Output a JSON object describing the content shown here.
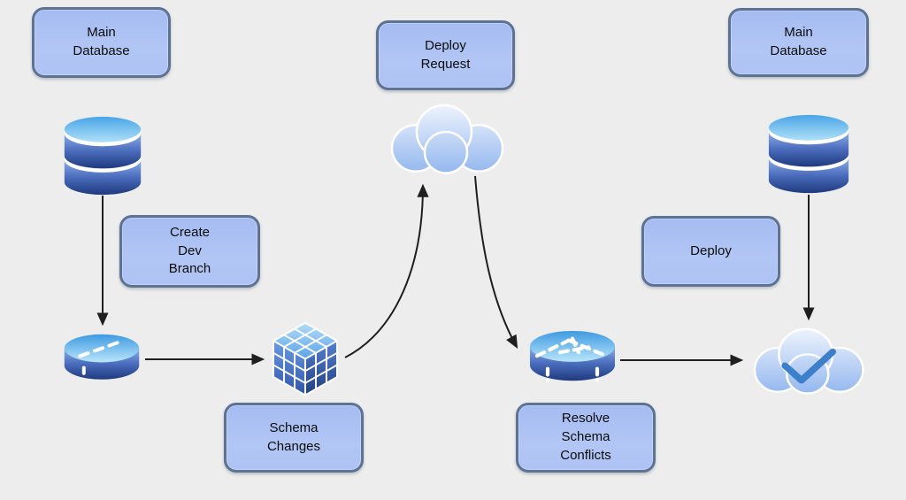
{
  "diagram": {
    "background_color": "#ededed",
    "nodes": {
      "main_db_left": {
        "label": "Main\nDatabase"
      },
      "db_left": {
        "icon": "database-icon"
      },
      "create_dev_branch": {
        "label": "Create\nDev\nBranch"
      },
      "branch_db": {
        "icon": "branch-database-icon"
      },
      "schema_cube": {
        "icon": "schema-cube-icon"
      },
      "schema_changes": {
        "label": "Schema\nChanges"
      },
      "deploy_request": {
        "label": "Deploy\nRequest"
      },
      "deploy_cloud": {
        "icon": "cloud-icon"
      },
      "conflicts_db": {
        "icon": "conflicts-database-icon"
      },
      "resolve_schema_conflicts": {
        "label": "Resolve\nSchema\nConflicts"
      },
      "deploy": {
        "label": "Deploy"
      },
      "main_db_right": {
        "label": "Main\nDatabase"
      },
      "db_right": {
        "icon": "database-icon"
      },
      "success_cloud": {
        "icon": "cloud-check-icon"
      }
    },
    "edges": [
      {
        "from": "main-database-left",
        "to": "dev-branch-database",
        "style": "straight-down"
      },
      {
        "from": "dev-branch-database",
        "to": "schema-cube",
        "style": "straight-right"
      },
      {
        "from": "schema-cube",
        "to": "deploy-cloud",
        "style": "curved-up"
      },
      {
        "from": "deploy-cloud",
        "to": "conflicts-database",
        "style": "curved-down"
      },
      {
        "from": "conflicts-database",
        "to": "success-cloud",
        "style": "straight-right"
      },
      {
        "from": "main-database-right",
        "to": "success-cloud",
        "style": "straight-down"
      }
    ],
    "icons": {
      "database": "stacked-blue-cylinder",
      "branch_database": "flat-cylinder-dashed",
      "conflicts_database": "flat-cylinder-dashed-slices",
      "schema_cube": "blue-rubiks-cube",
      "deploy_cloud": "blue-cloud",
      "success_cloud": "blue-cloud-with-checkmark"
    },
    "colors": {
      "box_fill": "#aec3f4",
      "box_border": "#5e7394",
      "arrow": "#1f1f1f",
      "db_top_light": "#b9e6fa",
      "db_top_dark": "#3e9ae2",
      "db_body_light": "#8db0ea",
      "db_body_dark": "#1f3a7e",
      "cloud_light": "#f0f5fd",
      "cloud_dark": "#90b5ee",
      "checkmark": "#3c7fca",
      "text": "#0c0c0c"
    }
  }
}
